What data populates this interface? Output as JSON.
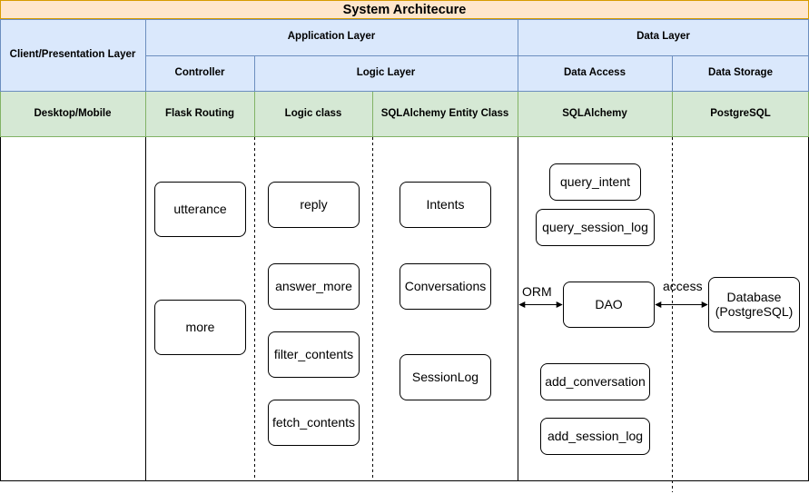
{
  "title": "System Architecure",
  "headers": {
    "client_layer": "Client/Presentation Layer",
    "application_layer": "Application Layer",
    "data_layer": "Data Layer",
    "controller": "Controller",
    "logic_layer": "Logic Layer",
    "data_access": "Data Access",
    "data_storage": "Data Storage"
  },
  "tech": {
    "client": "Desktop/Mobile",
    "controller": "Flask Routing",
    "logic_class": "Logic class",
    "entity_class": "SQLAlchemy Entity Class",
    "data_access": "SQLAlchemy",
    "data_storage": "PostgreSQL"
  },
  "boxes": {
    "utterance": "utterance",
    "more": "more",
    "reply": "reply",
    "answer_more": "answer_more",
    "filter_contents": "filter_contents",
    "fetch_contents": "fetch_contents",
    "intents": "Intents",
    "conversations": "Conversations",
    "session_log": "SessionLog",
    "query_intent": "query_intent",
    "query_session_log": "query_session_log",
    "dao": "DAO",
    "add_conversation": "add_conversation",
    "add_session_log": "add_session_log",
    "database_line1": "Database",
    "database_line2": "(PostgreSQL)"
  },
  "edges": {
    "orm_label": "ORM",
    "access_label": "access"
  },
  "colors": {
    "title_fill": "#ffe6cc",
    "title_stroke": "#d79b00",
    "header_fill": "#dae8fc",
    "tech_fill": "#d5e8d4"
  }
}
